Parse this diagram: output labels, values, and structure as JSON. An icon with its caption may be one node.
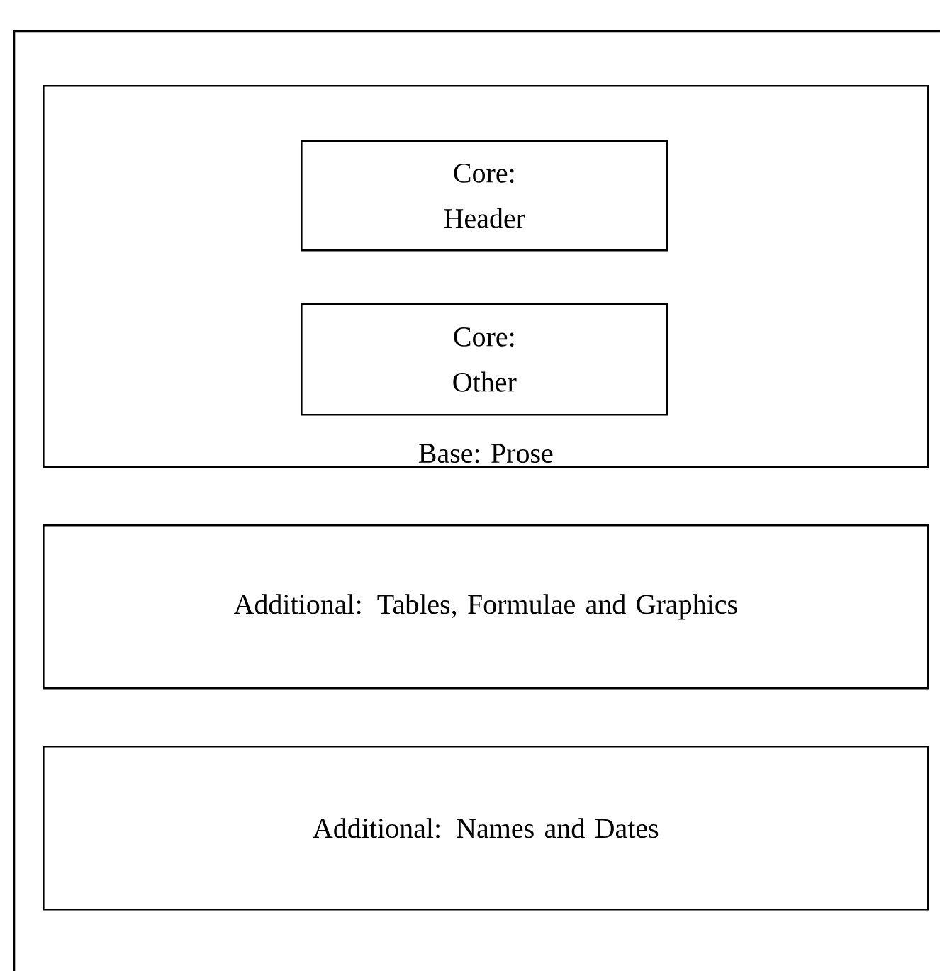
{
  "diagram": {
    "nodes": [
      {
        "text": [
          "Base: Prose"
        ]
      },
      {
        "text": [
          "Core: Header"
        ],
        "in": 0
      },
      {
        "text": [
          "Core: Other"
        ],
        "in": 0
      },
      {
        "text": [
          "Additional: Tables, Formulae and Graphics"
        ]
      },
      {
        "text": [
          "Additional: Names and Dates"
        ]
      }
    ]
  }
}
